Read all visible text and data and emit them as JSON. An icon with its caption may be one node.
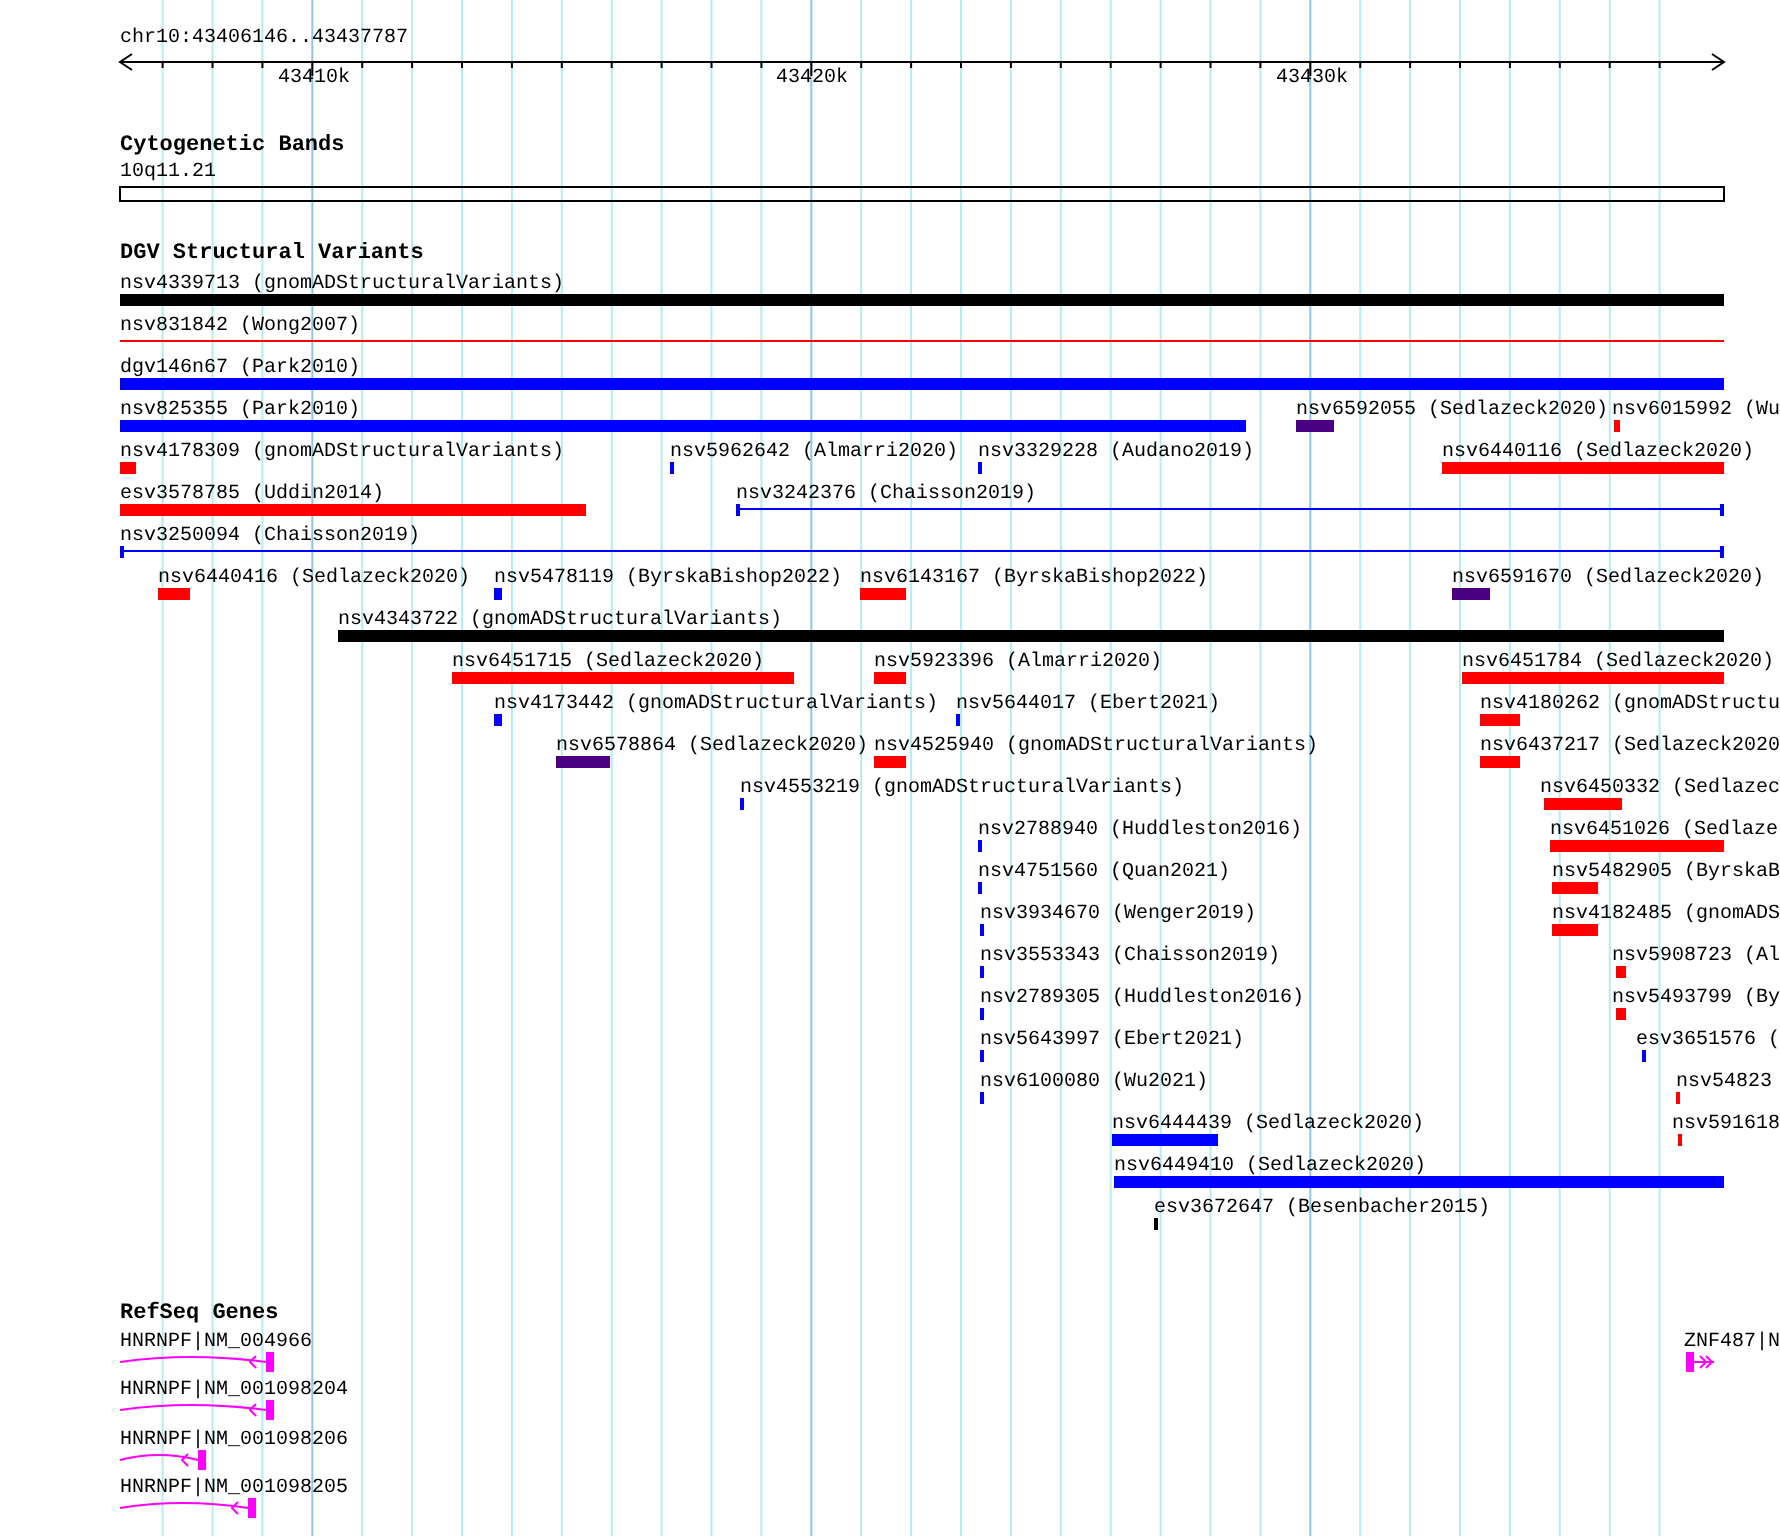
{
  "diagram": {
    "nodes": [
      {
        "text": [
          "10q11.21"
        ]
      },
      {
        "text": [
          "nsv4339713 (gnomADStructuralVariants)"
        ]
      },
      {
        "text": [
          "nsv831842 (Wong2007)"
        ]
      },
      {
        "text": [
          "dgv146n67 (Park2010)"
        ]
      },
      {
        "text": [
          "nsv825355 (Park2010)"
        ]
      },
      {
        "text": [
          "nsv6592055 (Sedlazeck2020)"
        ]
      },
      {
        "text": [
          "nsv6015992 (Wu"
        ]
      },
      {
        "text": [
          "nsv4178309 (gnomADStructuralVariants)"
        ]
      },
      {
        "text": [
          "nsv5962642 (Almarri2020)"
        ]
      },
      {
        "text": [
          "nsv3329228 (Audano2019)"
        ]
      },
      {
        "text": [
          "nsv6440116 (Sedlazeck2020)"
        ]
      },
      {
        "text": [
          "esv3578785 (Uddin2014)"
        ]
      },
      {
        "text": [
          "nsv3242376 (Chaisson2019)"
        ]
      },
      {
        "text": [
          "nsv3250094 (Chaisson2019)"
        ]
      },
      {
        "text": [
          "nsv6440416 (Sedlazeck2020)"
        ]
      },
      {
        "text": [
          "nsv5478119 (ByrskaBishop2022)"
        ]
      },
      {
        "text": [
          "nsv6143167 (ByrskaBishop2022)"
        ]
      },
      {
        "text": [
          "nsv6591670 (Sedlazeck2020)"
        ]
      },
      {
        "text": [
          "nsv4343722 (gnomADStructuralVariants)"
        ]
      },
      {
        "text": [
          "nsv6451715 (Sedlazeck2020)"
        ]
      },
      {
        "text": [
          "nsv5923396 (Almarri2020)"
        ]
      },
      {
        "text": [
          "nsv6451784 (Sedlazeck2020)"
        ]
      },
      {
        "text": [
          "nsv4173442 (gnomADStructuralVariants)"
        ]
      },
      {
        "text": [
          "nsv5644017 (Ebert2021)"
        ]
      },
      {
        "text": [
          "nsv4180262 (gnomADStructu"
        ]
      },
      {
        "text": [
          "nsv6578864 (Sedlazeck2020)"
        ]
      },
      {
        "text": [
          "nsv4525940 (gnomADStructuralVariants)"
        ]
      },
      {
        "text": [
          "nsv6437217 (Sedlazeck2020"
        ]
      },
      {
        "text": [
          "nsv4553219 (gnomADStructuralVariants)"
        ]
      },
      {
        "text": [
          "nsv6450332 (Sedlazec"
        ]
      },
      {
        "text": [
          "nsv2788940 (Huddleston2016)"
        ]
      },
      {
        "text": [
          "nsv6451026 (Sedlaze"
        ]
      },
      {
        "text": [
          "nsv4751560 (Quan2021)"
        ]
      },
      {
        "text": [
          "nsv5482905 (ByrskaB"
        ]
      },
      {
        "text": [
          "nsv3934670 (Wenger2019)"
        ]
      },
      {
        "text": [
          "nsv4182485 (gnomADS"
        ]
      },
      {
        "text": [
          "nsv3553343 (Chaisson2019)"
        ]
      },
      {
        "text": [
          "nsv5908723 (Al"
        ]
      },
      {
        "text": [
          "nsv2789305 (Huddleston2016)"
        ]
      },
      {
        "text": [
          "nsv5493799 (By"
        ]
      },
      {
        "text": [
          "nsv5643997 (Ebert2021)"
        ]
      },
      {
        "text": [
          "esv3651576 ("
        ]
      },
      {
        "text": [
          "nsv6100080 (Wu2021)"
        ]
      },
      {
        "text": [
          "nsv54823"
        ]
      },
      {
        "text": [
          "nsv6444439 (Sedlazeck2020)"
        ]
      },
      {
        "text": [
          "nsv591618"
        ]
      },
      {
        "text": [
          "nsv6449410 (Sedlazeck2020)"
        ]
      },
      {
        "text": [
          "esv3672647 (Besenbacher2015)"
        ]
      },
      {
        "text": [
          "HNRNPF|NM_004966"
        ]
      },
      {
        "text": [
          "ZNF487|N"
        ]
      },
      {
        "text": [
          "HNRNPF|NM_001098204"
        ]
      },
      {
        "text": [
          "HNRNPF|NM_001098206"
        ]
      },
      {
        "text": [
          "HNRNPF|NM_001098205"
        ]
      }
    ],
    "labels": [
      "chr10:43406146..43437787",
      "43410k",
      "43420k",
      "43430k",
      "Cytogenetic Bands",
      "DGV Structural Variants",
      "RefSeq Genes"
    ]
  }
}
